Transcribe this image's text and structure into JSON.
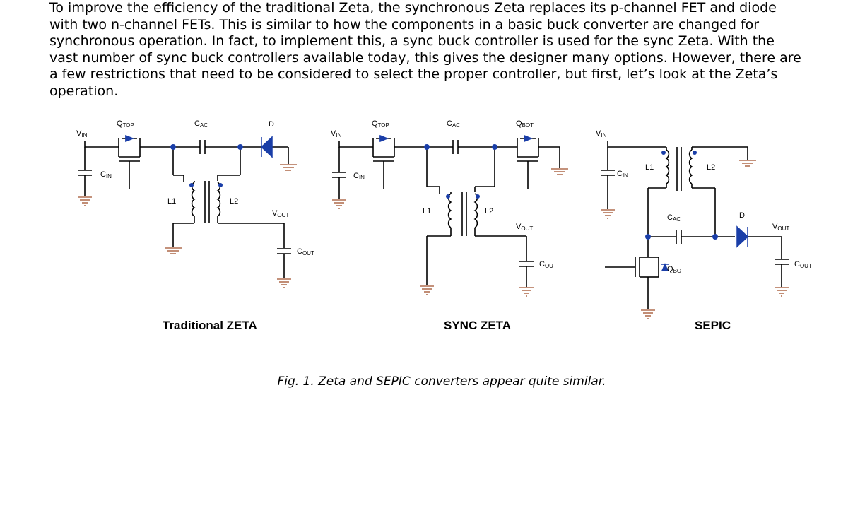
{
  "paragraph": {
    "lines": [
      "To improve the efficiency of the traditional Zeta, the synchronous Zeta replaces its p-channel FET and diode",
      "with two n-channel FETs. This is similar to how the components in a basic buck converter are changed for",
      "synchronous operation. In fact, to implement this, a sync buck controller is used for the sync Zeta. With the",
      "vast number of sync buck controllers available today, this gives the designer many options. However, there are",
      "a few restrictions that need to be considered to select the proper controller, but first, let’s look at the Zeta’s",
      "operation."
    ]
  },
  "figure": {
    "caption": "Fig. 1. Zeta and SEPIC converters appear quite similar.",
    "circuits": [
      {
        "title": "Traditional ZETA",
        "labels": {
          "vin": [
            "V",
            "IN"
          ],
          "qtop": [
            "Q",
            "TOP"
          ],
          "cac": [
            "C",
            "AC"
          ],
          "d": "D",
          "cin": [
            "C",
            "IN"
          ],
          "l1": "L1",
          "l2": "L2",
          "vout": [
            "V",
            "OUT"
          ],
          "cout": [
            "C",
            "OUT"
          ]
        }
      },
      {
        "title": "SYNC ZETA",
        "labels": {
          "vin": [
            "V",
            "IN"
          ],
          "qtop": [
            "Q",
            "TOP"
          ],
          "cac": [
            "C",
            "AC"
          ],
          "qbot": [
            "Q",
            "BOT"
          ],
          "cin": [
            "C",
            "IN"
          ],
          "l1": "L1",
          "l2": "L2",
          "vout": [
            "V",
            "OUT"
          ],
          "cout": [
            "C",
            "OUT"
          ]
        }
      },
      {
        "title": "SEPIC",
        "labels": {
          "vin": [
            "V",
            "IN"
          ],
          "cin": [
            "C",
            "IN"
          ],
          "l1": "L1",
          "l2": "L2",
          "cac": [
            "C",
            "AC"
          ],
          "d": "D",
          "vout": [
            "V",
            "OUT"
          ],
          "qbot": [
            "Q",
            "BOT"
          ],
          "cout": [
            "C",
            "OUT"
          ]
        }
      }
    ]
  },
  "colors": {
    "wire": "#000000",
    "ground": "#a0522d",
    "diode": "#1a3ea8",
    "dot": "#1a3ea8"
  }
}
